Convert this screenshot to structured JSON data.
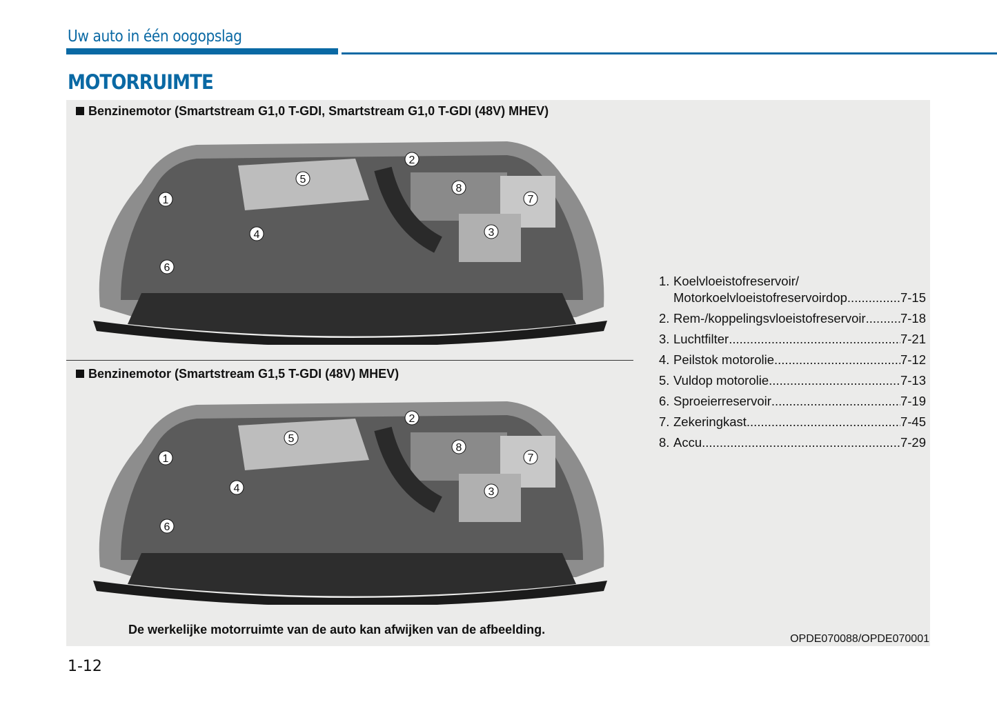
{
  "header": {
    "section": "Uw auto in één oogopslag",
    "title": "MOTORRUIMTE"
  },
  "figures": [
    {
      "heading": "Benzinemotor (Smartstream G1,0 T-GDI, Smartstream G1,0 T-GDI (48V) MHEV)",
      "callouts": [
        "1",
        "2",
        "3",
        "4",
        "5",
        "6",
        "7",
        "8"
      ]
    },
    {
      "heading": "Benzinemotor (Smartstream G1,5 T-GDI (48V) MHEV)",
      "callouts": [
        "1",
        "2",
        "3",
        "4",
        "5",
        "6",
        "7",
        "8"
      ]
    }
  ],
  "legend": [
    {
      "num": "1.",
      "line1": "Koelvloeistofreservoir/",
      "label": "Motorkoelvloeistofreservoirdop",
      "page": "7-15"
    },
    {
      "num": "2.",
      "label": "Rem-/koppelingsvloeistofreservoir",
      "page": "7-18"
    },
    {
      "num": "3.",
      "label": "Luchtfilter",
      "page": "7-21"
    },
    {
      "num": "4.",
      "label": "Peilstok motorolie",
      "page": "7-12"
    },
    {
      "num": "5.",
      "label": "Vuldop motorolie",
      "page": "7-13"
    },
    {
      "num": "6.",
      "label": "Sproeierreservoir",
      "page": "7-19"
    },
    {
      "num": "7.",
      "label": "Zekeringkast",
      "page": "7-45"
    },
    {
      "num": "8.",
      "label": "Accu",
      "page": "7-29"
    }
  ],
  "note": "De werkelijke motorruimte van de auto kan afwijken van de afbeelding.",
  "image_code": "OPDE070088/OPDE070001",
  "page_number": "1-12",
  "colors": {
    "accent": "#0a69a4",
    "panel": "#ebebea"
  }
}
